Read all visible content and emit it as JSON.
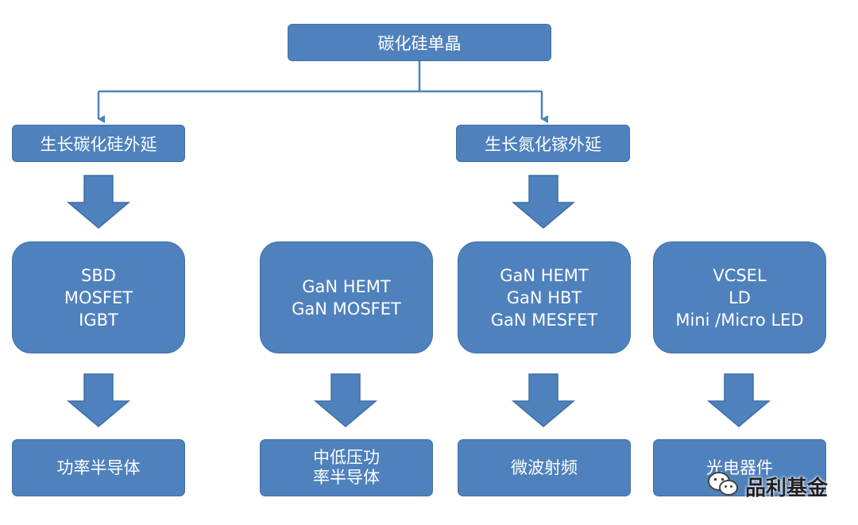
{
  "diagram": {
    "root": "碳化硅单晶",
    "branches": [
      "生长碳化硅外延",
      "生长氮化镓外延"
    ],
    "devices": [
      "SBD\nMOSFET\nIGBT",
      "GaN HEMT\nGaN MOSFET",
      "GaN HEMT\nGaN HBT\nGaN MESFET",
      "VCSEL\nLD\nMini /Micro LED"
    ],
    "applications": [
      "功率半导体",
      "中低压功\n率半导体",
      "微波射频",
      "光电器件"
    ]
  },
  "watermark": {
    "text": "品利基金",
    "icon": "wechat-icon"
  },
  "colors": {
    "box_fill": "#4f81bd",
    "box_border": "#3f6fa6",
    "box_text": "#ffffff",
    "connector": "#4f81bd"
  }
}
